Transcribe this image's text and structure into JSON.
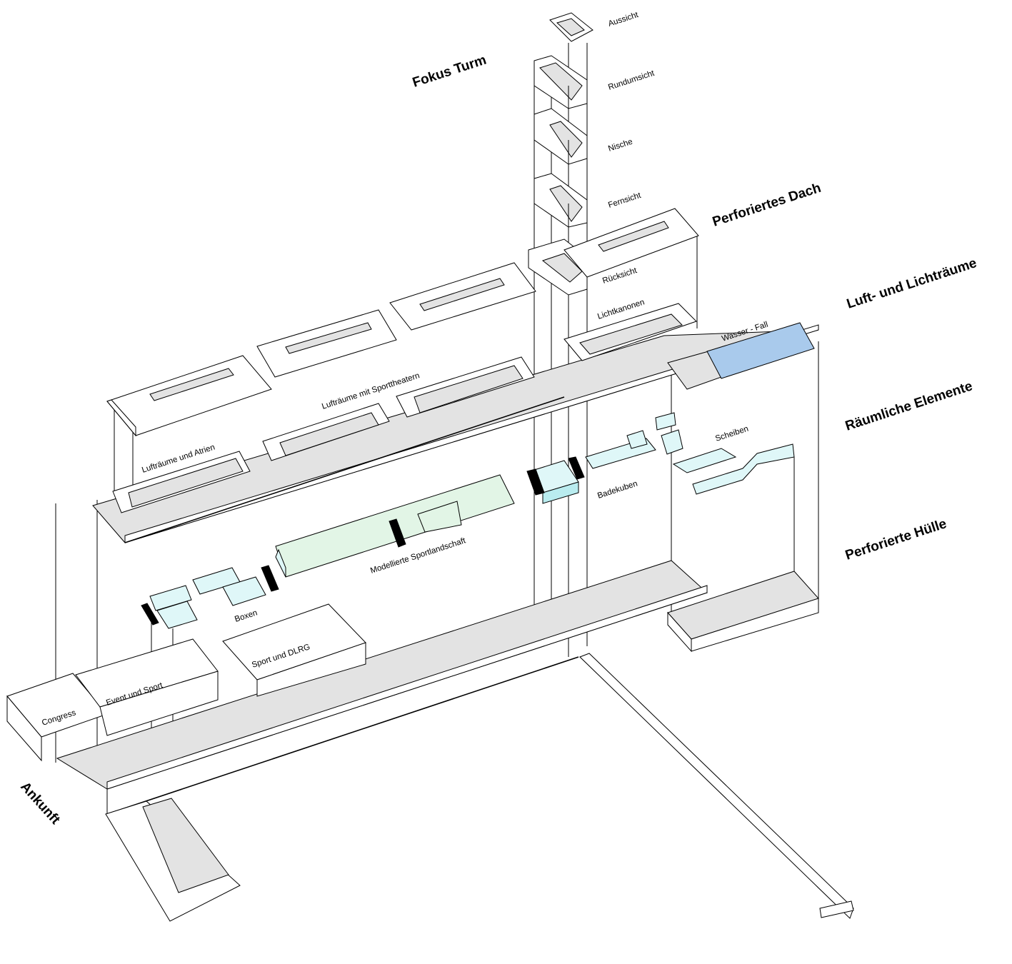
{
  "headings": {
    "fokus_turm": "Fokus Turm",
    "perforiertes_dach": "Perforiertes Dach",
    "luft_und_lichtraeume": "Luft- und Lichträume",
    "raeumliche_elemente": "Räumliche Elemente",
    "perforierte_huelle": "Perforierte Hülle",
    "ankunft": "Ankunft"
  },
  "tower_labels": {
    "aussicht": "Aussicht",
    "rundumsicht": "Rundumsicht",
    "nische": "Nische",
    "fernsicht": "Fernsicht",
    "ruecksicht": "Rücksicht"
  },
  "element_labels": {
    "lichtkanonen": "Lichtkanonen",
    "wasser_fall": "Wasser - Fall",
    "luftraeume_mit_sporttheatern": "Lufträume mit Sporttheatern",
    "luftraeume_und_atrien": "Lufträume und Atrien",
    "scheiben": "Scheiben",
    "badekuben": "Badekuben",
    "modellierte_sportlandschaft": "Modellierte Sportlandschaft",
    "boxen": "Boxen",
    "sport_und_dlrg": "Sport und DLRG",
    "event_und_sport": "Event und Sport",
    "congress": "Congress"
  },
  "colors": {
    "line": "#000000",
    "floor": "#e3e3e3",
    "cyan_volume": "#dff7f8",
    "mint_volume": "#e2f5e6",
    "water": "#a9caec"
  }
}
